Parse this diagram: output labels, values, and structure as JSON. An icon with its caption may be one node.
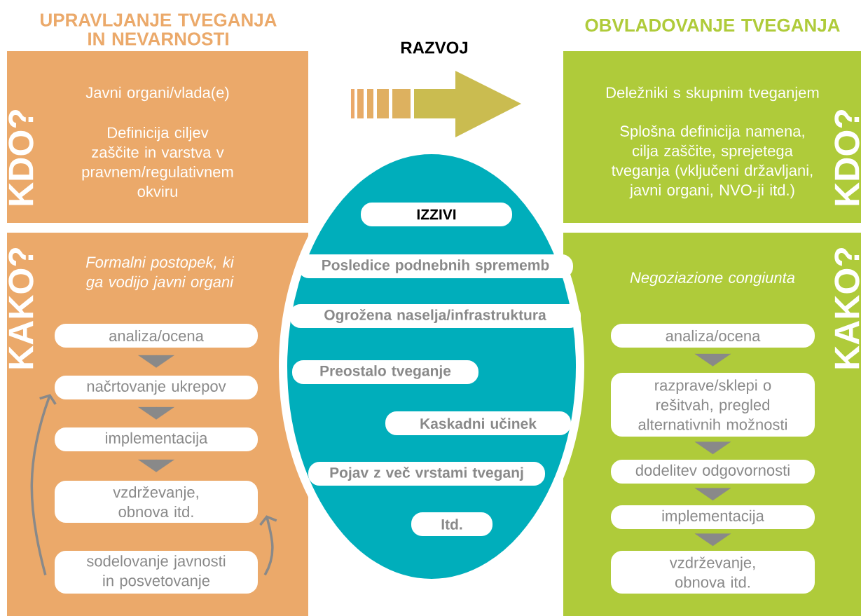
{
  "diagram": {
    "nodes": [
      {
        "text": [
          "KDO?",
          "Javni organi/vlada(e)",
          "Definicija ciljev zaščite in varstva v pravnem/regulativnem okviru"
        ]
      },
      {
        "text": [
          "KAKO?",
          "Formalni postopek, ki ga vodijo javni organi"
        ]
      },
      {
        "text": [
          "analiza/ocena"
        ],
        "in": 1
      },
      {
        "text": [
          "načrtovanje ukrepov"
        ],
        "in": 1
      },
      {
        "text": [
          "implementacija"
        ],
        "in": 1
      },
      {
        "text": [
          "vzdrževanje, obnova itd."
        ],
        "in": 1
      },
      {
        "text": [
          "sodelovanje javnosti in posvetovanje"
        ],
        "in": 1
      },
      {
        "text": [],
        "shape": "ellipse"
      },
      {
        "text": [
          "IZZIVI"
        ],
        "in": 7
      },
      {
        "text": [
          "Posledice podnebnih sprememb"
        ],
        "in": 7
      },
      {
        "text": [
          "Ogrožena naselja/infrastruktura"
        ],
        "in": 7
      },
      {
        "text": [
          "Preostalo tveganje"
        ],
        "in": 7
      },
      {
        "text": [
          "Kaskadni učinek"
        ],
        "in": 7
      },
      {
        "text": [
          "Pojav z več vrstami tveganj"
        ],
        "in": 7
      },
      {
        "text": [
          "Itd."
        ],
        "in": 7
      },
      {
        "text": [
          "KDO?",
          "Deležniki s skupnim tveganjem",
          "Splošna definicija namena, cilja zaščite, sprejetega tveganja (vključeni državljani, javni organi, NVO-ji itd.)"
        ]
      },
      {
        "text": [
          "KAKO?",
          "Negoziazione congiunta"
        ]
      },
      {
        "text": [
          "analiza/ocena"
        ],
        "in": 16
      },
      {
        "text": [
          "razprave/sklepi o rešitvah, pregled alternativnih možnosti"
        ],
        "in": 16
      },
      {
        "text": [
          "dodelitev odgovornosti"
        ],
        "in": 16
      },
      {
        "text": [
          "implementacija"
        ],
        "in": 16
      },
      {
        "text": [
          "vzdrževanje, obnova itd."
        ],
        "in": 16
      }
    ],
    "edges": [
      {
        "from": 2,
        "to": 3,
        "arrow": "to"
      },
      {
        "from": 3,
        "to": 4,
        "arrow": "to"
      },
      {
        "from": 4,
        "to": 5,
        "arrow": "to"
      },
      {
        "from": 6,
        "to": 3,
        "arrow": "to"
      },
      {
        "from": 6,
        "to": 5,
        "arrow": "to"
      },
      {
        "from": 17,
        "to": 18,
        "arrow": "to"
      },
      {
        "from": 18,
        "to": 19,
        "arrow": "to"
      },
      {
        "from": 19,
        "to": 20,
        "arrow": "to"
      },
      {
        "from": 20,
        "to": 21,
        "arrow": "to"
      }
    ],
    "labels": [
      "UPRAVLJANJE TVEGANJA IN NEVARNOSTI",
      "RAZVOJ",
      "OBVLADOVANJE TVEGANJA"
    ]
  }
}
